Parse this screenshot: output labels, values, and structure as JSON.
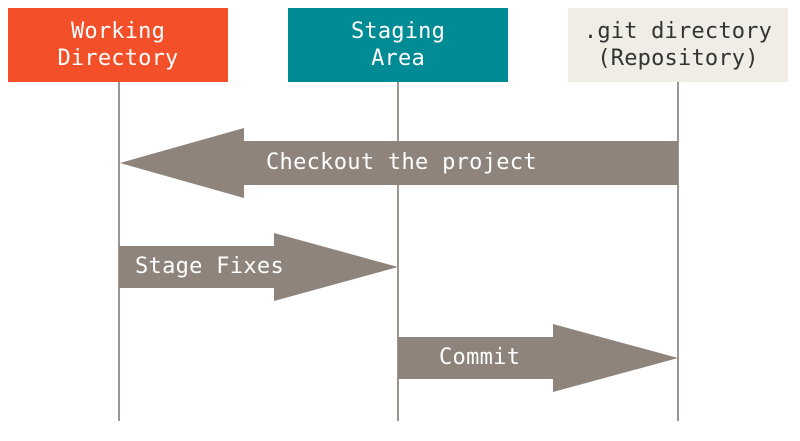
{
  "colors": {
    "working_box": "#f34f29",
    "staging_box": "#008b95",
    "repo_box": "#efede5",
    "arrow": "#8e847c",
    "lifeline": "#9c9691",
    "light_text": "#ffffff",
    "dark_text": "#333333"
  },
  "boxes": {
    "working": {
      "line1": "Working",
      "line2": "Directory"
    },
    "staging": {
      "line1": "Staging",
      "line2": "Area"
    },
    "repo": {
      "line1": ".git directory",
      "line2": "(Repository)"
    }
  },
  "arrows": {
    "checkout": {
      "label": "Checkout the project",
      "from": "repo",
      "to": "working"
    },
    "stage": {
      "label": "Stage Fixes",
      "from": "working",
      "to": "staging"
    },
    "commit": {
      "label": "Commit",
      "from": "staging",
      "to": "repo"
    }
  }
}
